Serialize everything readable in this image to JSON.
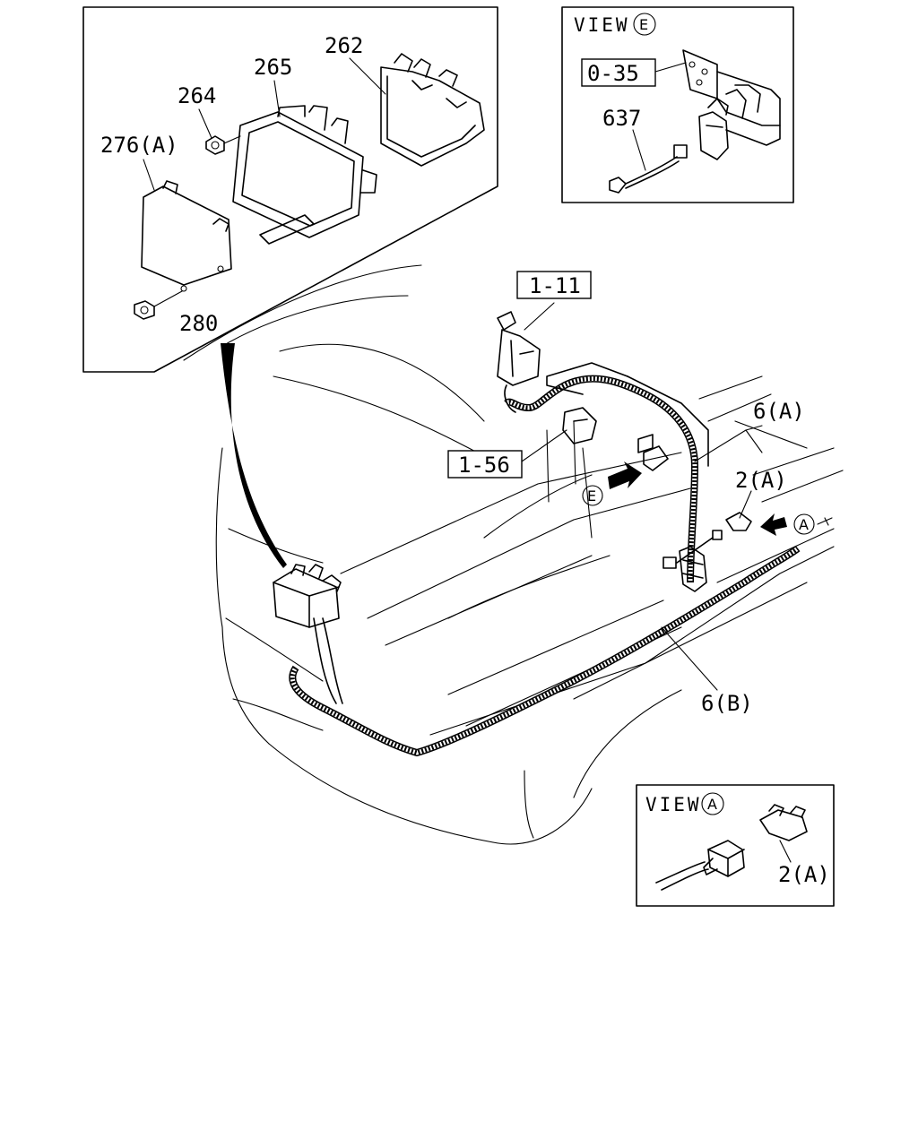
{
  "detail_labels": {
    "l262": "262",
    "l265": "265",
    "l264": "264",
    "l276": "276(A)",
    "l280": "280"
  },
  "view_e": {
    "title": "VIEW",
    "mark": "E",
    "ref": "0-35",
    "part": "637"
  },
  "main_labels": {
    "ref_1_11": "1-11",
    "ref_1_56": "1-56",
    "part_6a": "6(A)",
    "part_2a": "2(A)",
    "part_6b": "6(B)",
    "mark_e": "E",
    "mark_a": "A"
  },
  "view_a": {
    "title": "VIEW",
    "mark": "A",
    "part": "2(A)"
  }
}
